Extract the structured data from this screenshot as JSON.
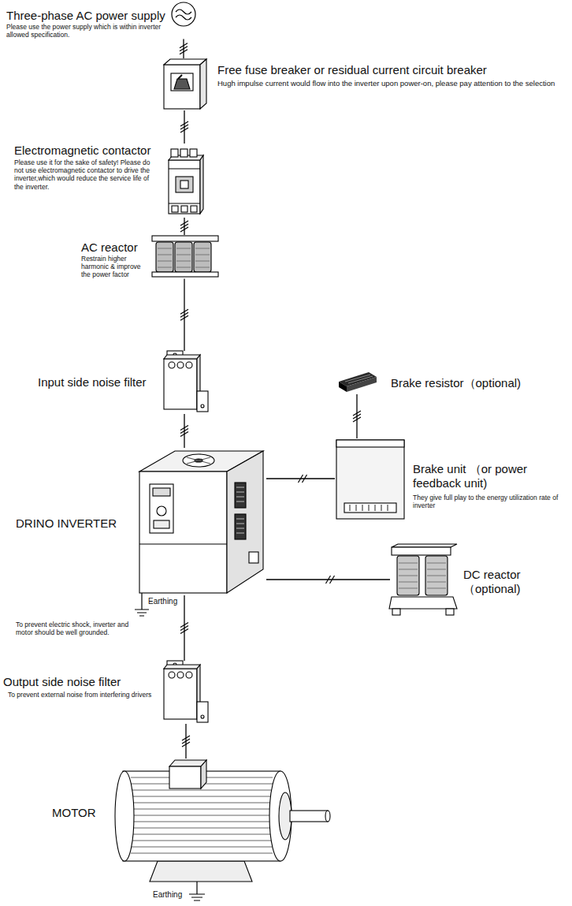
{
  "diagram": {
    "nodes": [
      {
        "text": [
          "Three-phase AC power supply",
          "Please use the power supply which is within inverter allowed specification."
        ]
      },
      {
        "text": [
          "Free fuse breaker or residual current circuit breaker",
          "Hugh impulse current would flow into the inverter upon power-on, please pay attention to the selection"
        ]
      },
      {
        "text": [
          "Electromagnetic contactor",
          "Please use it for the sake of safety! Please do not use electromagnetic contactor to drive the inverter,which would reduce the service life of the inverter."
        ]
      },
      {
        "text": [
          "AC reactor",
          "Restrain higher harmonic & improve the power factor"
        ]
      },
      {
        "text": [
          "Input side noise filter"
        ]
      },
      {
        "text": [
          "Brake resistor（optional)"
        ]
      },
      {
        "text": [
          "Brake unit （or power feedback unit)",
          "They give full play to the energy utilization rate of inverter"
        ]
      },
      {
        "text": [
          "DRINO INVERTER"
        ]
      },
      {
        "text": [
          "DC reactor（optional)"
        ]
      },
      {
        "text": [
          "Output side noise filter",
          "To prevent external noise from interfering drivers"
        ]
      },
      {
        "text": [
          "MOTOR"
        ]
      }
    ],
    "edges": [
      {
        "from": 0,
        "to": 1,
        "arrow": "none"
      },
      {
        "from": 1,
        "to": 2,
        "arrow": "none"
      },
      {
        "from": 2,
        "to": 3,
        "arrow": "none"
      },
      {
        "from": 3,
        "to": 4,
        "arrow": "none"
      },
      {
        "from": 4,
        "to": 7,
        "arrow": "none"
      },
      {
        "from": 5,
        "to": 6,
        "arrow": "none"
      },
      {
        "from": 7,
        "to": 6,
        "arrow": "none"
      },
      {
        "from": 7,
        "to": 8,
        "arrow": "none"
      },
      {
        "from": 7,
        "to": 9,
        "arrow": "none"
      },
      {
        "from": 9,
        "to": 10,
        "arrow": "none"
      }
    ],
    "labels": [
      "Earthing",
      "To prevent electric shock, inverter and motor should be well grounded.",
      "Earthing"
    ]
  }
}
